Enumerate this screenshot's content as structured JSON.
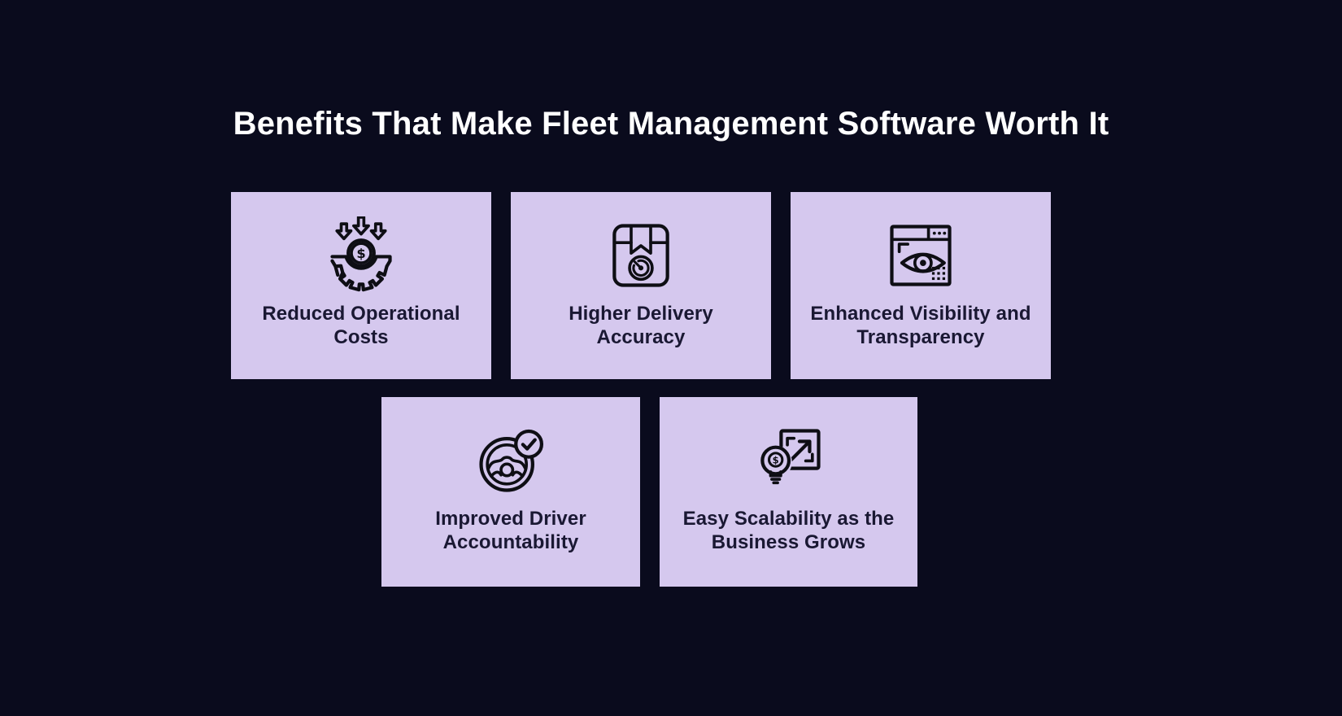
{
  "colors": {
    "background": "#0a0b1d",
    "card": "#d5c8ee",
    "card-text": "#1a1833",
    "title": "#ffffff",
    "icon": "#0e0e14"
  },
  "header": {
    "title": "Benefits That Make Fleet Management Software Worth It"
  },
  "cards": [
    {
      "icon": "cost-reduction-icon",
      "label": "Reduced Operational Costs",
      "line1": "Reduced Operational",
      "line2": "Costs"
    },
    {
      "icon": "delivery-accuracy-icon",
      "label": "Higher Delivery Accuracy",
      "line1": "Higher Delivery",
      "line2": "Accuracy"
    },
    {
      "icon": "visibility-icon",
      "label": "Enhanced Visibility and Transparency",
      "line1": "Enhanced Visibility and",
      "line2": "Transparency"
    },
    {
      "icon": "driver-accountability-icon",
      "label": "Improved Driver Accountability",
      "line1": "Improved Driver",
      "line2": "Accountability"
    },
    {
      "icon": "scalability-icon",
      "label": "Easy Scalability as the Business Grows",
      "line1": "Easy Scalability as the",
      "line2": "Business Grows"
    }
  ]
}
